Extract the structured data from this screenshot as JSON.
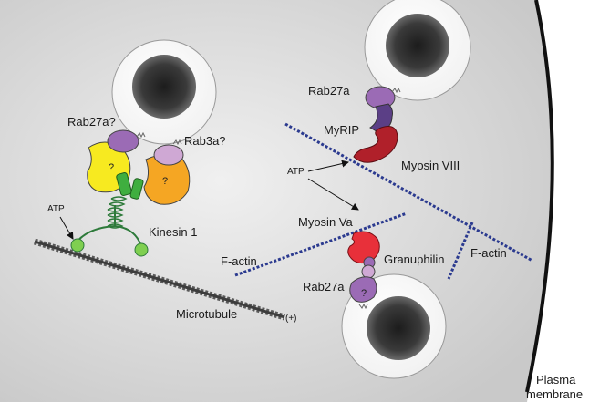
{
  "labels": {
    "rab27a_q": "Rab27a?",
    "rab3a_q": "Rab3a?",
    "kinesin": "Kinesin 1",
    "atp_left": "ATP",
    "microtubule": "Microtubule",
    "plus_end": "(+)",
    "rab27a_top": "Rab27a",
    "myrip": "MyRIP",
    "myosin8": "Myosin VIII",
    "atp_mid": "ATP",
    "myosin5a": "Myosin Va",
    "f_actin_left": "F-actin",
    "f_actin_right": "F-actin",
    "granuphilin": "Granuphilin",
    "rab27a_bottom": "Rab27a",
    "plasma": "Plasma",
    "membrane": "membrane",
    "q_yellow": "?",
    "q_orange": "?",
    "q_bottom": "?"
  },
  "colors": {
    "background": "#dcdcdc",
    "vesicle_core": "#3a3a3a",
    "rab27a": "#9b6bb5",
    "rab3a": "#cfa8d4",
    "yellow_adaptor": "#f7ea20",
    "orange_adaptor": "#f5a623",
    "kinesin_green": "#3fae3f",
    "myrip": "#5b3f86",
    "myosin8": "#b0202a",
    "myosin5a": "#e8303a",
    "actin": "#2b3a8f",
    "microtubule": "#4a4a4a"
  }
}
